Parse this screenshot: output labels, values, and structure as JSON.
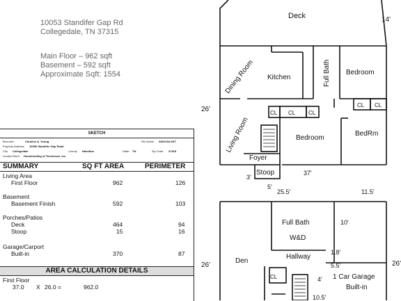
{
  "address": {
    "street": "10053 Standifer Gap Rd",
    "city": "Collegedale, TN 37315"
  },
  "summary_text": {
    "main_floor": "Main Floor – 962 sqft",
    "basement": "Basement – 592 sqft",
    "approx": "Approximate Sqft: 1554"
  },
  "form": {
    "title": "SKETCH",
    "borrower_label": "Borrower",
    "borrower": "Caroline A. Young",
    "file_no_label": "File Name",
    "file_no": "A001154.SKT",
    "property_label": "Property Address",
    "property": "10056 Standifer Gap Road",
    "city_label": "City",
    "city": "Collegedale",
    "county_label": "County",
    "county": "Hamilton",
    "state_label": "State",
    "state": "TN",
    "zip_label": "Zip Code",
    "zip": "37315",
    "lender_label": "Lender/Client",
    "lender": "Homefunding of Tennessee, Inc.",
    "col_summary": "SUMMARY",
    "col_area": "SQ FT AREA",
    "col_perimeter": "PERIMETER",
    "living_area": "Living Area",
    "first_floor": "First Floor",
    "first_floor_area": "962",
    "first_floor_perim": "126",
    "basement_head": "Basement",
    "basement_finish": "Basement Finish",
    "basement_area": "592",
    "basement_perim": "103",
    "porches_head": "Porches/Patios",
    "deck": "Deck",
    "deck_area": "464",
    "deck_perim": "94",
    "stoop": "Stoop",
    "stoop_area": "15",
    "stoop_perim": "16",
    "garage_head": "Garage/Carport",
    "builtin": "Built-in",
    "builtin_area": "370",
    "builtin_perim": "87",
    "calc_head": "AREA CALCULATION DETAILS",
    "calc_first_floor": "First Floor",
    "calc_a": "37.0",
    "calc_x": "X",
    "calc_b": "26.0 =",
    "calc_total": "962.0"
  },
  "plan": {
    "deck": "Deck",
    "dim_14": "14'",
    "dining_room": "Dining Room",
    "kitchen": "Kitchen",
    "full_bath": "Full Bath",
    "bedroom_1": "Bedroom",
    "dim_26_main": "26'",
    "cl": "CL",
    "living_room": "Living Room",
    "bedroom_2": "Bedroom",
    "bedrm": "BedRm",
    "foyer": "Foyer",
    "stoop": "Stoop",
    "dim_3": "3'",
    "dim_5": "5'",
    "dim_37": "37'",
    "dim_25_5": "25.5'",
    "dim_11_5": "11.5'",
    "full_bath_lower": "Full Bath",
    "dim_10": "10'",
    "wd": "W&D",
    "dim_1_8": "1.8'",
    "dim_26_lower": "26'",
    "dim_26_right": "26'",
    "den": "Den",
    "hallway": "Hallway",
    "dim_5_5": "5.5'",
    "dim_4": "4'",
    "garage": "1 Car Garage",
    "builtin": "Built-in",
    "dim_10_5": "10.5'"
  }
}
